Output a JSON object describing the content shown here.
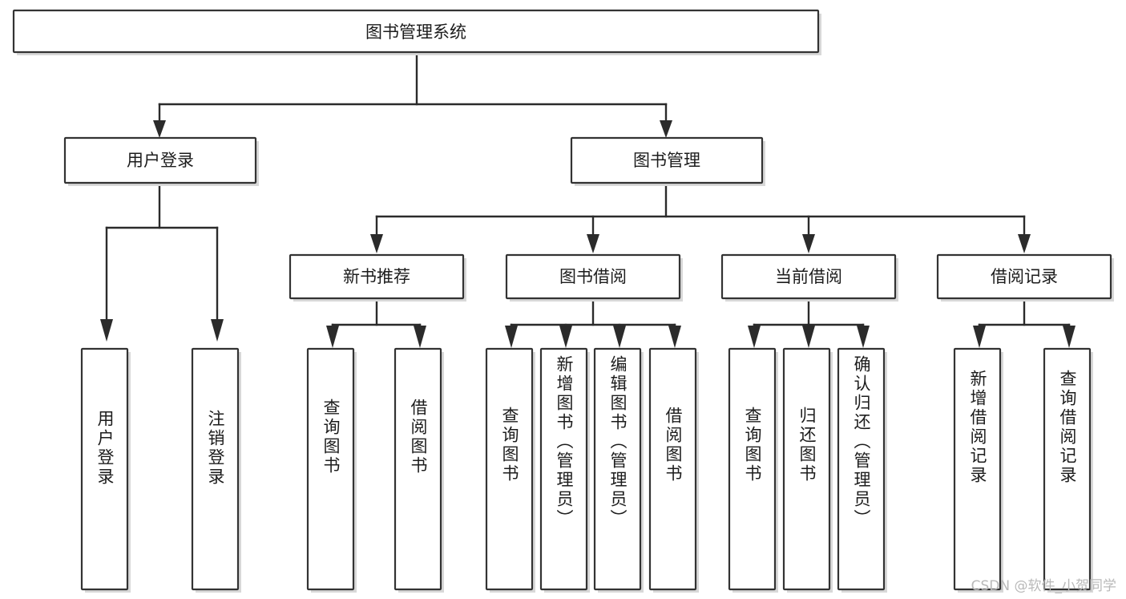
{
  "diagram": {
    "title": "图书管理系统",
    "type": "tree",
    "orientation": "top-down",
    "watermark": "CSDN @软件_小贺同学",
    "colors": {
      "background": "#ffffff",
      "box_fill": "#ffffff",
      "box_stroke": "#333333",
      "connector": "#2b2b2b",
      "text": "#1c1c1c",
      "watermark": "#b9b9b9"
    },
    "root": {
      "id": "root",
      "label": "图书管理系统"
    },
    "level2": [
      {
        "id": "user-login",
        "label": "用户登录"
      },
      {
        "id": "book-manage",
        "label": "图书管理"
      }
    ],
    "level3": [
      {
        "id": "new-book-recommend",
        "label": "新书推荐",
        "parent": "book-manage"
      },
      {
        "id": "book-borrow",
        "label": "图书借阅",
        "parent": "book-manage"
      },
      {
        "id": "current-borrow",
        "label": "当前借阅",
        "parent": "book-manage"
      },
      {
        "id": "borrow-record",
        "label": "借阅记录",
        "parent": "book-manage"
      }
    ],
    "leaves": [
      {
        "id": "leaf-user-login",
        "label": "用户登录",
        "parent": "user-login"
      },
      {
        "id": "leaf-user-logout",
        "label": "注销登录",
        "parent": "user-login"
      },
      {
        "id": "leaf-query-book-1",
        "label": "查询图书",
        "parent": "new-book-recommend"
      },
      {
        "id": "leaf-borrow-book-1",
        "label": "借阅图书",
        "parent": "new-book-recommend"
      },
      {
        "id": "leaf-query-book-2",
        "label": "查询图书",
        "parent": "book-borrow"
      },
      {
        "id": "leaf-add-book",
        "label": "新增图书（管理员）",
        "parent": "book-borrow"
      },
      {
        "id": "leaf-edit-book",
        "label": "编辑图书（管理员）",
        "parent": "book-borrow"
      },
      {
        "id": "leaf-borrow-book-2",
        "label": "借阅图书",
        "parent": "book-borrow"
      },
      {
        "id": "leaf-query-book-3",
        "label": "查询图书",
        "parent": "current-borrow"
      },
      {
        "id": "leaf-return-book",
        "label": "归还图书",
        "parent": "current-borrow"
      },
      {
        "id": "leaf-confirm-return",
        "label": "确认归还（管理员）",
        "parent": "current-borrow"
      },
      {
        "id": "leaf-add-record",
        "label": "新增借阅记录",
        "parent": "borrow-record"
      },
      {
        "id": "leaf-query-record",
        "label": "查询借阅记录",
        "parent": "borrow-record"
      }
    ]
  }
}
